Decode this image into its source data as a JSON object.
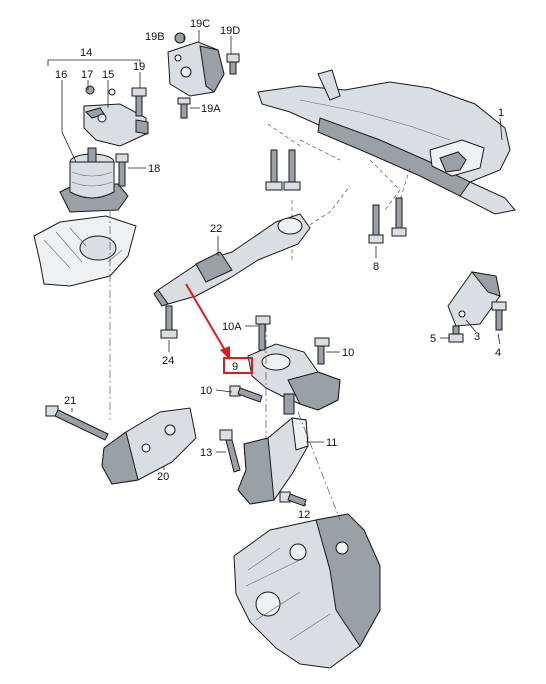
{
  "colors": {
    "highlight": "#e01b1b",
    "part_fill": "#dadde1",
    "part_shadow": "#9aa0a6",
    "line": "#1a1a1a"
  },
  "labels": {
    "l1": "1",
    "l3": "3",
    "l4": "4",
    "l5": "5",
    "l8": "8",
    "l9": "9",
    "l10_right": "10",
    "l10_left": "10",
    "l10a": "10A",
    "l11": "11",
    "l12": "12",
    "l13": "13",
    "l14": "14",
    "l15": "15",
    "l16": "16",
    "l17": "17",
    "l18": "18",
    "l19": "19",
    "l19a": "19A",
    "l19b": "19B",
    "l19c": "19C",
    "l19d": "19D",
    "l20": "20",
    "l21": "21",
    "l22": "22",
    "l24": "24"
  }
}
